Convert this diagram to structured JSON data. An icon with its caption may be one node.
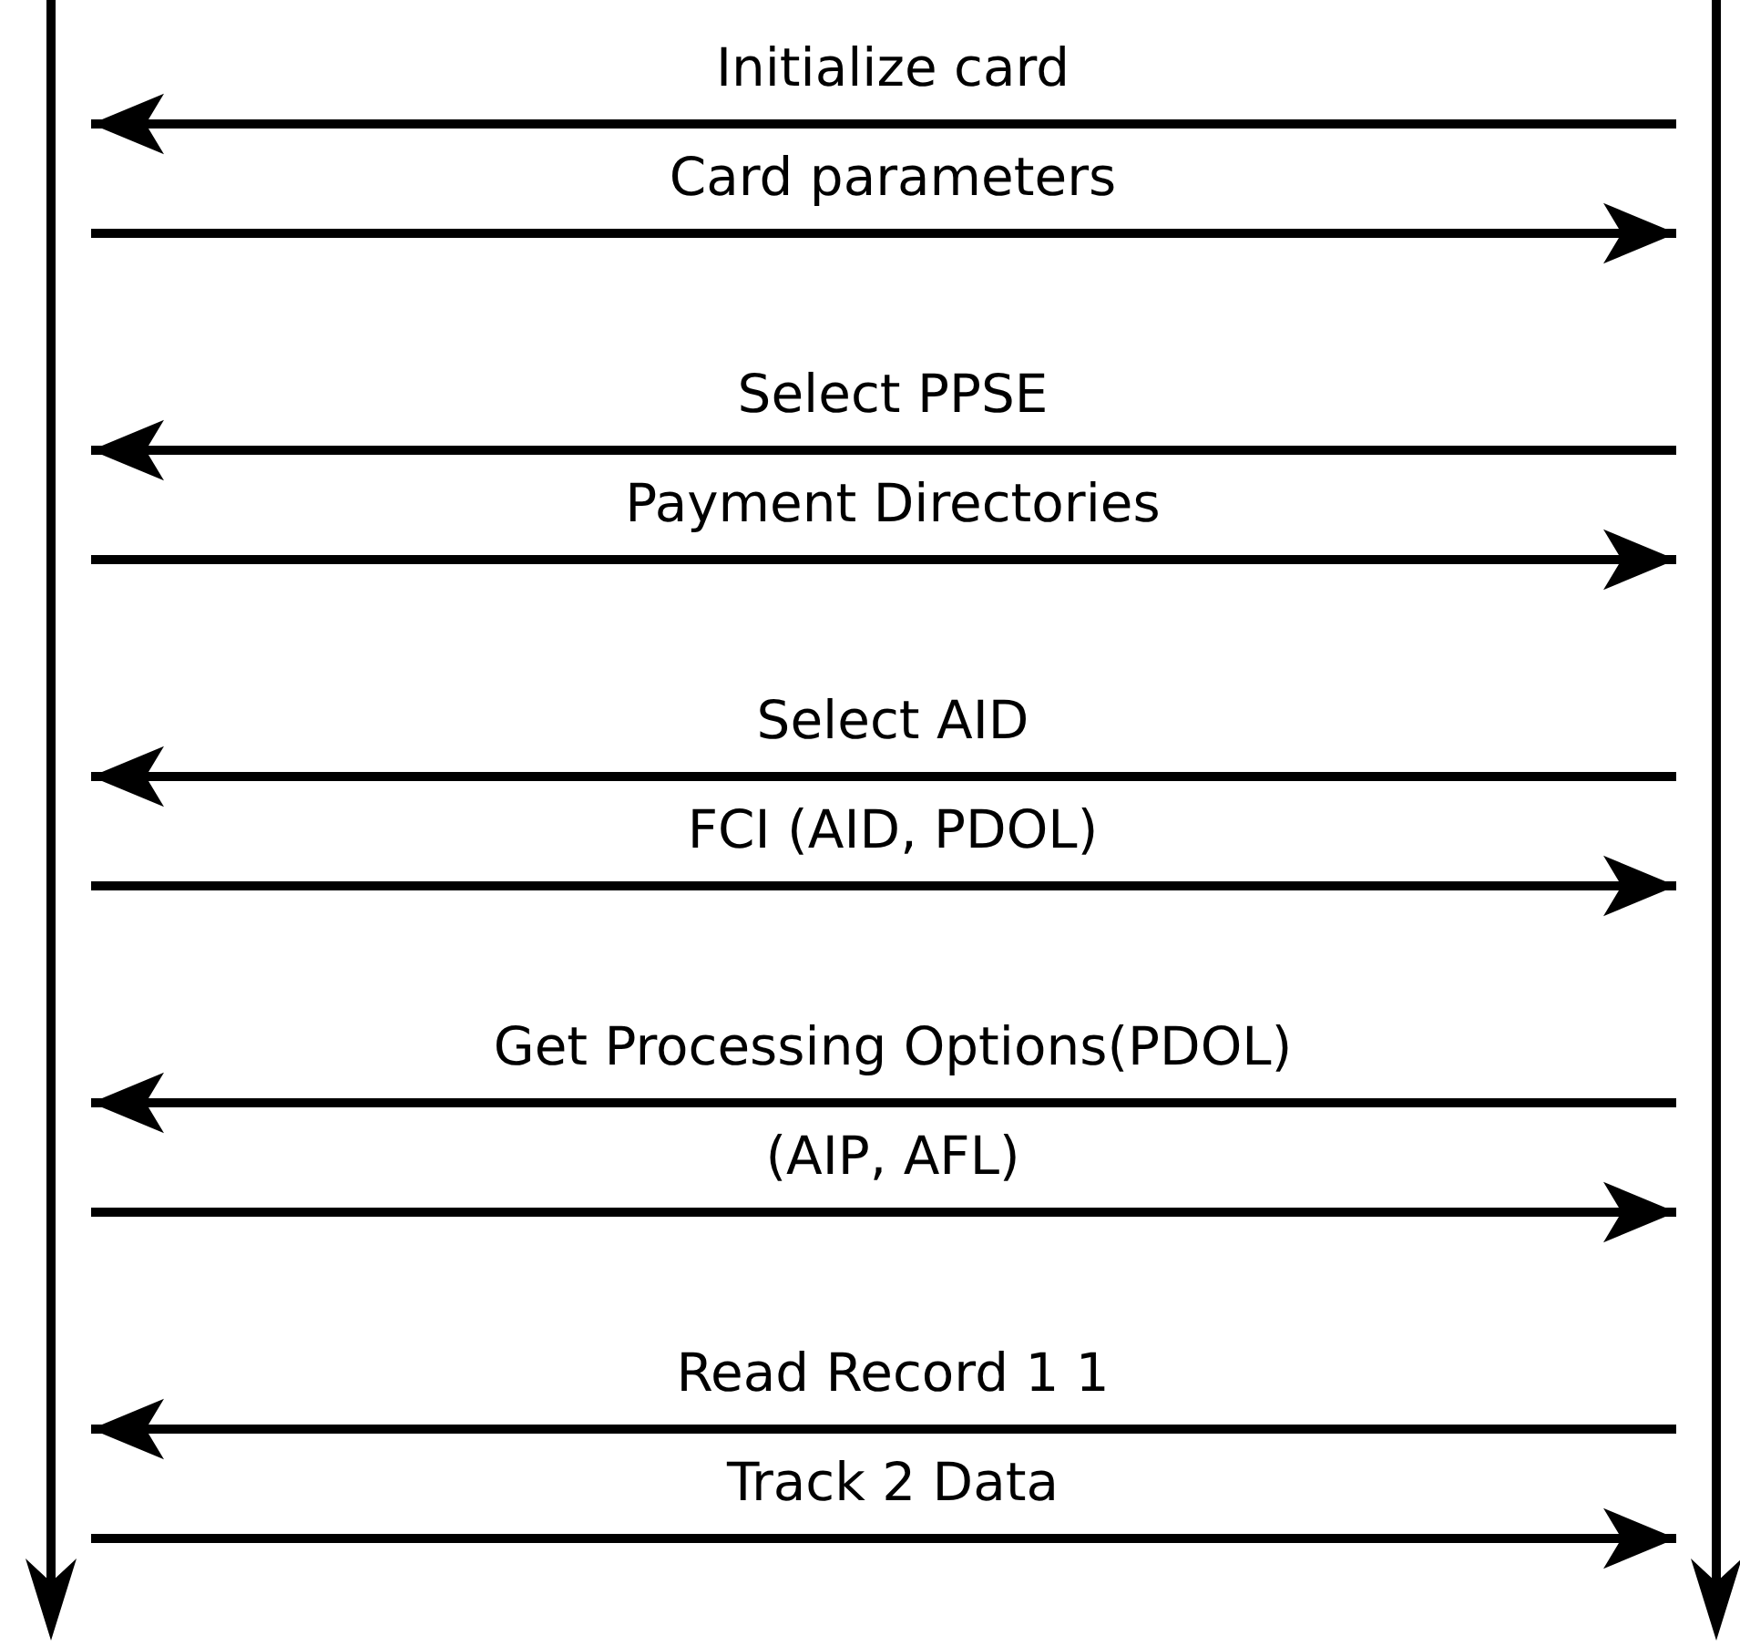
{
  "diagram": {
    "nodes": [
      {
        "text": [],
        "shape": "bar"
      },
      {
        "text": [],
        "shape": "bar"
      }
    ],
    "edges": [
      {
        "from": 1,
        "to": 0,
        "arrow": "to",
        "label": "Initialize card"
      },
      {
        "from": 0,
        "to": 1,
        "arrow": "to",
        "label": "Card parameters"
      },
      {
        "from": 1,
        "to": 0,
        "arrow": "to",
        "label": "Select PPSE"
      },
      {
        "from": 0,
        "to": 1,
        "arrow": "to",
        "label": "Payment Directories"
      },
      {
        "from": 1,
        "to": 0,
        "arrow": "to",
        "label": "Select AID"
      },
      {
        "from": 0,
        "to": 1,
        "arrow": "to",
        "label": "FCI (AID, PDOL)"
      },
      {
        "from": 1,
        "to": 0,
        "arrow": "to",
        "label": "Get Processing Options(PDOL)"
      },
      {
        "from": 0,
        "to": 1,
        "arrow": "to",
        "label": "(AIP, AFL)"
      },
      {
        "from": 1,
        "to": 0,
        "arrow": "to",
        "label": "Read Record 1 1"
      },
      {
        "from": 0,
        "to": 1,
        "arrow": "to",
        "label": "Track 2 Data"
      }
    ]
  }
}
